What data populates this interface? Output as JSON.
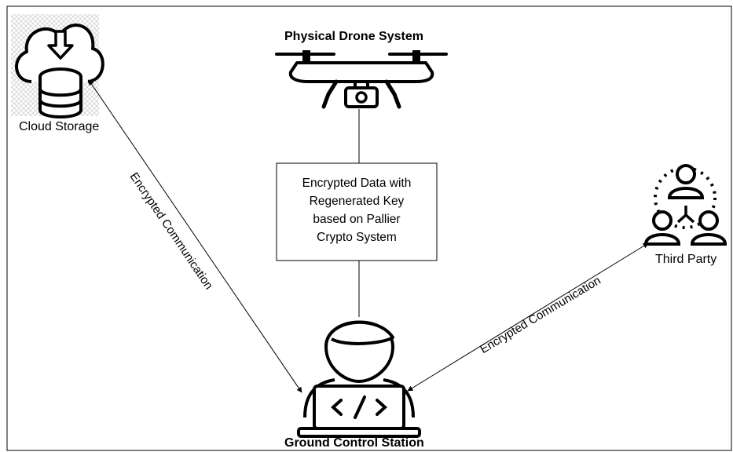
{
  "nodes": {
    "drone": {
      "label": "Physical Drone System"
    },
    "cloud": {
      "label": "Cloud Storage"
    },
    "third_party": {
      "label": "Third Party"
    },
    "gcs": {
      "label": "Ground Control Station"
    }
  },
  "process_box": {
    "lines": [
      "Encrypted Data with",
      "Regenerated Key",
      "based on Pallier",
      "Crypto System"
    ]
  },
  "edges": {
    "cloud_gcs": {
      "label": "Encrypted Communication"
    },
    "gcs_third": {
      "label": "Encrypted Communication"
    }
  },
  "colors": {
    "stroke": "#000000",
    "grid": "#d0d0d0",
    "background": "#ffffff"
  }
}
